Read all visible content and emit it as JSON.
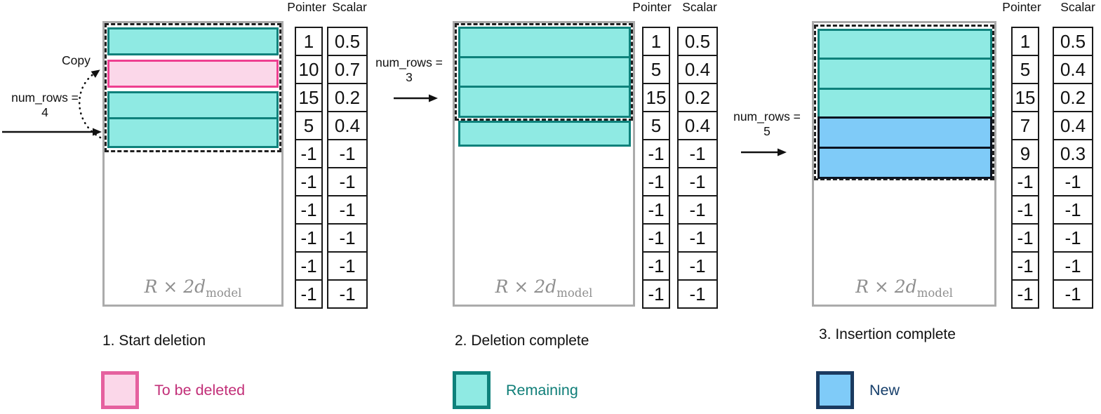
{
  "colors": {
    "teal-fill": "#8FEAE3",
    "teal-border": "#0E817B",
    "pink-fill": "#FBD7E9",
    "pink-border": "#EE3F90",
    "blue-fill": "#7FCBF8",
    "blue-border": "#0B1320",
    "box-border": "#ABABAB",
    "dash-color": "#1F1F1F",
    "cell-border": "#1A1A1A",
    "matrix-label": "#8F8F8F",
    "legend-pink-border": "#E5619F",
    "legend-pink-text": "#C22F78",
    "legend-teal-text": "#0F7E78",
    "legend-blue-border": "#1A3A60",
    "legend-blue-text": "#173F6B",
    "arrow-color": "#111111"
  },
  "column_headers": {
    "pointer": "Pointer",
    "scalar": "Scalar"
  },
  "matrix_label": {
    "main": "R × 2d",
    "sub": "model"
  },
  "annotations": {
    "copy": "Copy",
    "num_rows_step1": {
      "line1": "num_rows =",
      "line2": "4"
    },
    "num_rows_step2": {
      "line1": "num_rows =",
      "line2": "3"
    },
    "num_rows_step3": {
      "line1": "num_rows =",
      "line2": "5"
    }
  },
  "panels": [
    {
      "caption": "1. Start deletion",
      "rows": [
        "remaining",
        "to-be-deleted",
        "remaining",
        "remaining"
      ],
      "pointer": [
        "1",
        "10",
        "15",
        "5",
        "-1",
        "-1",
        "-1",
        "-1",
        "-1",
        "-1"
      ],
      "scalar": [
        "0.5",
        "0.7",
        "0.2",
        "0.4",
        "-1",
        "-1",
        "-1",
        "-1",
        "-1",
        "-1"
      ]
    },
    {
      "caption": "2. Deletion complete",
      "rows": [
        "remaining",
        "remaining",
        "remaining",
        "remaining"
      ],
      "pointer": [
        "1",
        "5",
        "15",
        "5",
        "-1",
        "-1",
        "-1",
        "-1",
        "-1",
        "-1"
      ],
      "scalar": [
        "0.5",
        "0.4",
        "0.2",
        "0.4",
        "-1",
        "-1",
        "-1",
        "-1",
        "-1",
        "-1"
      ]
    },
    {
      "caption": "3. Insertion complete",
      "rows": [
        "remaining",
        "remaining",
        "remaining",
        "new",
        "new"
      ],
      "pointer": [
        "1",
        "5",
        "15",
        "7",
        "9",
        "-1",
        "-1",
        "-1",
        "-1",
        "-1"
      ],
      "scalar": [
        "0.5",
        "0.4",
        "0.2",
        "0.4",
        "0.3",
        "-1",
        "-1",
        "-1",
        "-1",
        "-1"
      ]
    }
  ],
  "legend": [
    {
      "label": "To be deleted",
      "type": "to-be-deleted"
    },
    {
      "label": "Remaining",
      "type": "remaining"
    },
    {
      "label": "New",
      "type": "new"
    }
  ]
}
